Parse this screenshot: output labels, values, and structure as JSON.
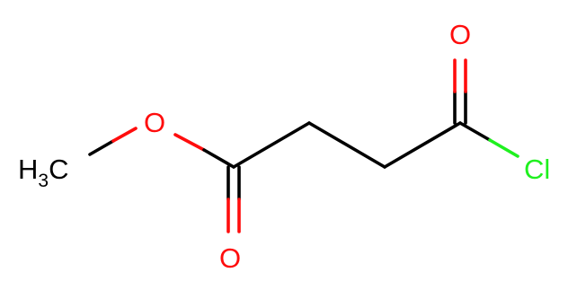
{
  "molecule": {
    "atoms": {
      "methyl": {
        "label": "H",
        "subscript": "3",
        "suffix": "C",
        "color": "#000000"
      },
      "ester_oxygen": {
        "label": "O",
        "color": "#ff0d0d"
      },
      "ester_carbonyl_oxygen": {
        "label": "O",
        "color": "#ff0d0d"
      },
      "acyl_carbonyl_oxygen": {
        "label": "O",
        "color": "#ff0d0d"
      },
      "chlorine": {
        "label": "Cl",
        "color": "#1ff01f"
      }
    },
    "colors": {
      "bond": "#000000",
      "oxygen": "#ff0d0d",
      "chlorine": "#1ff01f",
      "background": "#ffffff"
    }
  }
}
